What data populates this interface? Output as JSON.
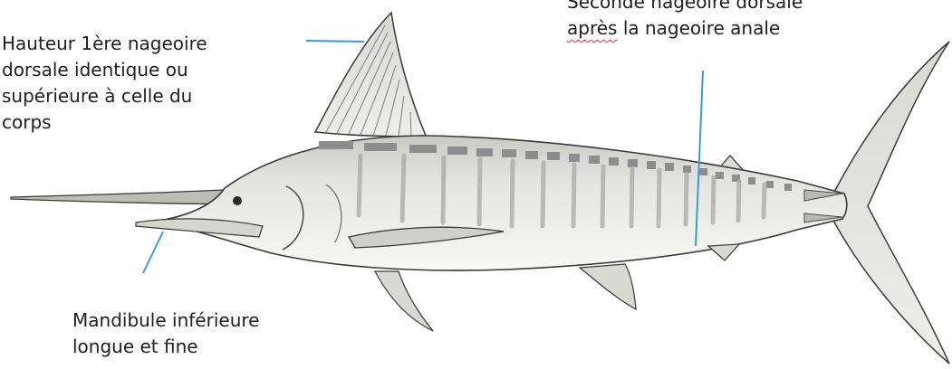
{
  "labels": {
    "first_dorsal": {
      "lines": [
        "Hauteur 1ère nageoire",
        "dorsale identique ou",
        "supérieure à celle du",
        "corps"
      ]
    },
    "second_dorsal": {
      "line1": "Seconde nageoire dorsale",
      "line2_marked": "après",
      "line2_rest": " la nageoire anale"
    },
    "mandible": {
      "lines": [
        "Mandibule inférieure",
        "longue et fine"
      ]
    }
  },
  "colors": {
    "text": "#1e1e1e",
    "leader_line": "#3a9bd5",
    "spell_underline": "#d23a3a",
    "fish_outline": "#3a3a3a",
    "fish_fill": "#f2f2ef",
    "stripes": "#8d8d8d"
  }
}
